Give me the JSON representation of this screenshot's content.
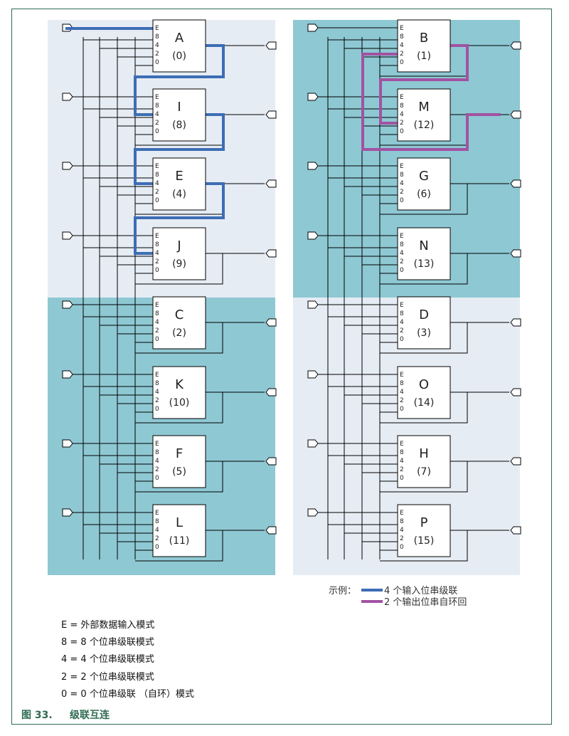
{
  "colors": {
    "panel_light": "#e6ecf4",
    "panel_teal": "#8ec8d3",
    "wire": "#000000",
    "highlight_blue": "#3d6db5",
    "highlight_purple": "#a252a2",
    "caption_green": "#2f6b52"
  },
  "pins": [
    "E",
    "8",
    "4",
    "2",
    "0"
  ],
  "left_blocks": [
    {
      "letter": "A",
      "number": "(0)"
    },
    {
      "letter": "I",
      "number": "(8)"
    },
    {
      "letter": "E",
      "number": "(4)"
    },
    {
      "letter": "J",
      "number": "(9)"
    },
    {
      "letter": "C",
      "number": "(2)"
    },
    {
      "letter": "K",
      "number": "(10)"
    },
    {
      "letter": "F",
      "number": "(5)"
    },
    {
      "letter": "L",
      "number": "(11)"
    }
  ],
  "right_blocks": [
    {
      "letter": "B",
      "number": "(1)"
    },
    {
      "letter": "M",
      "number": "(12)"
    },
    {
      "letter": "G",
      "number": "(6)"
    },
    {
      "letter": "N",
      "number": "(13)"
    },
    {
      "letter": "D",
      "number": "(3)"
    },
    {
      "letter": "O",
      "number": "(14)"
    },
    {
      "letter": "H",
      "number": "(7)"
    },
    {
      "letter": "P",
      "number": "(15)"
    }
  ],
  "legend": {
    "label": "示例：",
    "blue": "4 个输入位串级联",
    "purple": "2 个输出位串自环回"
  },
  "definitions": [
    "E = 外部数据输入模式",
    "8 = 8 个位串级联模式",
    "4 = 4 个位串级联模式",
    "2 = 2 个位串级联模式",
    "0 = 0 个位串级联 （自环）模式"
  ],
  "caption": {
    "number": "图 33.",
    "title": "级联互连"
  }
}
